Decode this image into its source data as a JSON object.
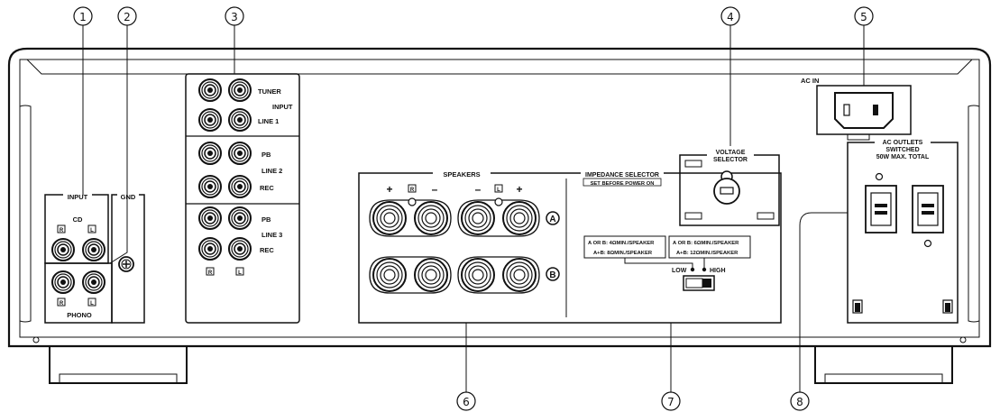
{
  "callouts": [
    "①",
    "②",
    "③",
    "④",
    "⑤",
    "⑥",
    "⑦",
    "⑧"
  ],
  "input_cd": {
    "heading": "INPUT",
    "cd": "CD",
    "r": "R",
    "l": "L"
  },
  "gnd": "GND",
  "phono": {
    "label": "PHONO",
    "r": "R",
    "l": "L"
  },
  "inputs_block": {
    "tuner": "TUNER",
    "input": "INPUT",
    "line1": "LINE 1",
    "pb": "PB",
    "line2": "LINE 2",
    "rec": "REC",
    "line3": "LINE 3",
    "r": "R",
    "l": "L"
  },
  "speakers": {
    "title": "SPEAKERS",
    "plus": "+",
    "minus": "–",
    "r": "R",
    "l": "L",
    "a": "A",
    "b": "B"
  },
  "impedance": {
    "title": "IMPEDANCE SELECTOR",
    "note": "SET BEFORE POWER ON",
    "low_box": [
      "A OR B: 4ΩMIN./SPEAKER",
      "A+B: 8ΩMIN./SPEAKER"
    ],
    "high_box": [
      "A OR B: 6ΩMIN./SPEAKER",
      "A+B: 12ΩMIN./SPEAKER"
    ],
    "low": "LOW",
    "high": "HIGH"
  },
  "voltage": {
    "line1": "VOLTAGE",
    "line2": "SELECTOR"
  },
  "ac_in": "AC IN",
  "ac_outlets": {
    "line1": "AC OUTLETS",
    "line2": "SWITCHED",
    "line3": "50W MAX. TOTAL"
  }
}
